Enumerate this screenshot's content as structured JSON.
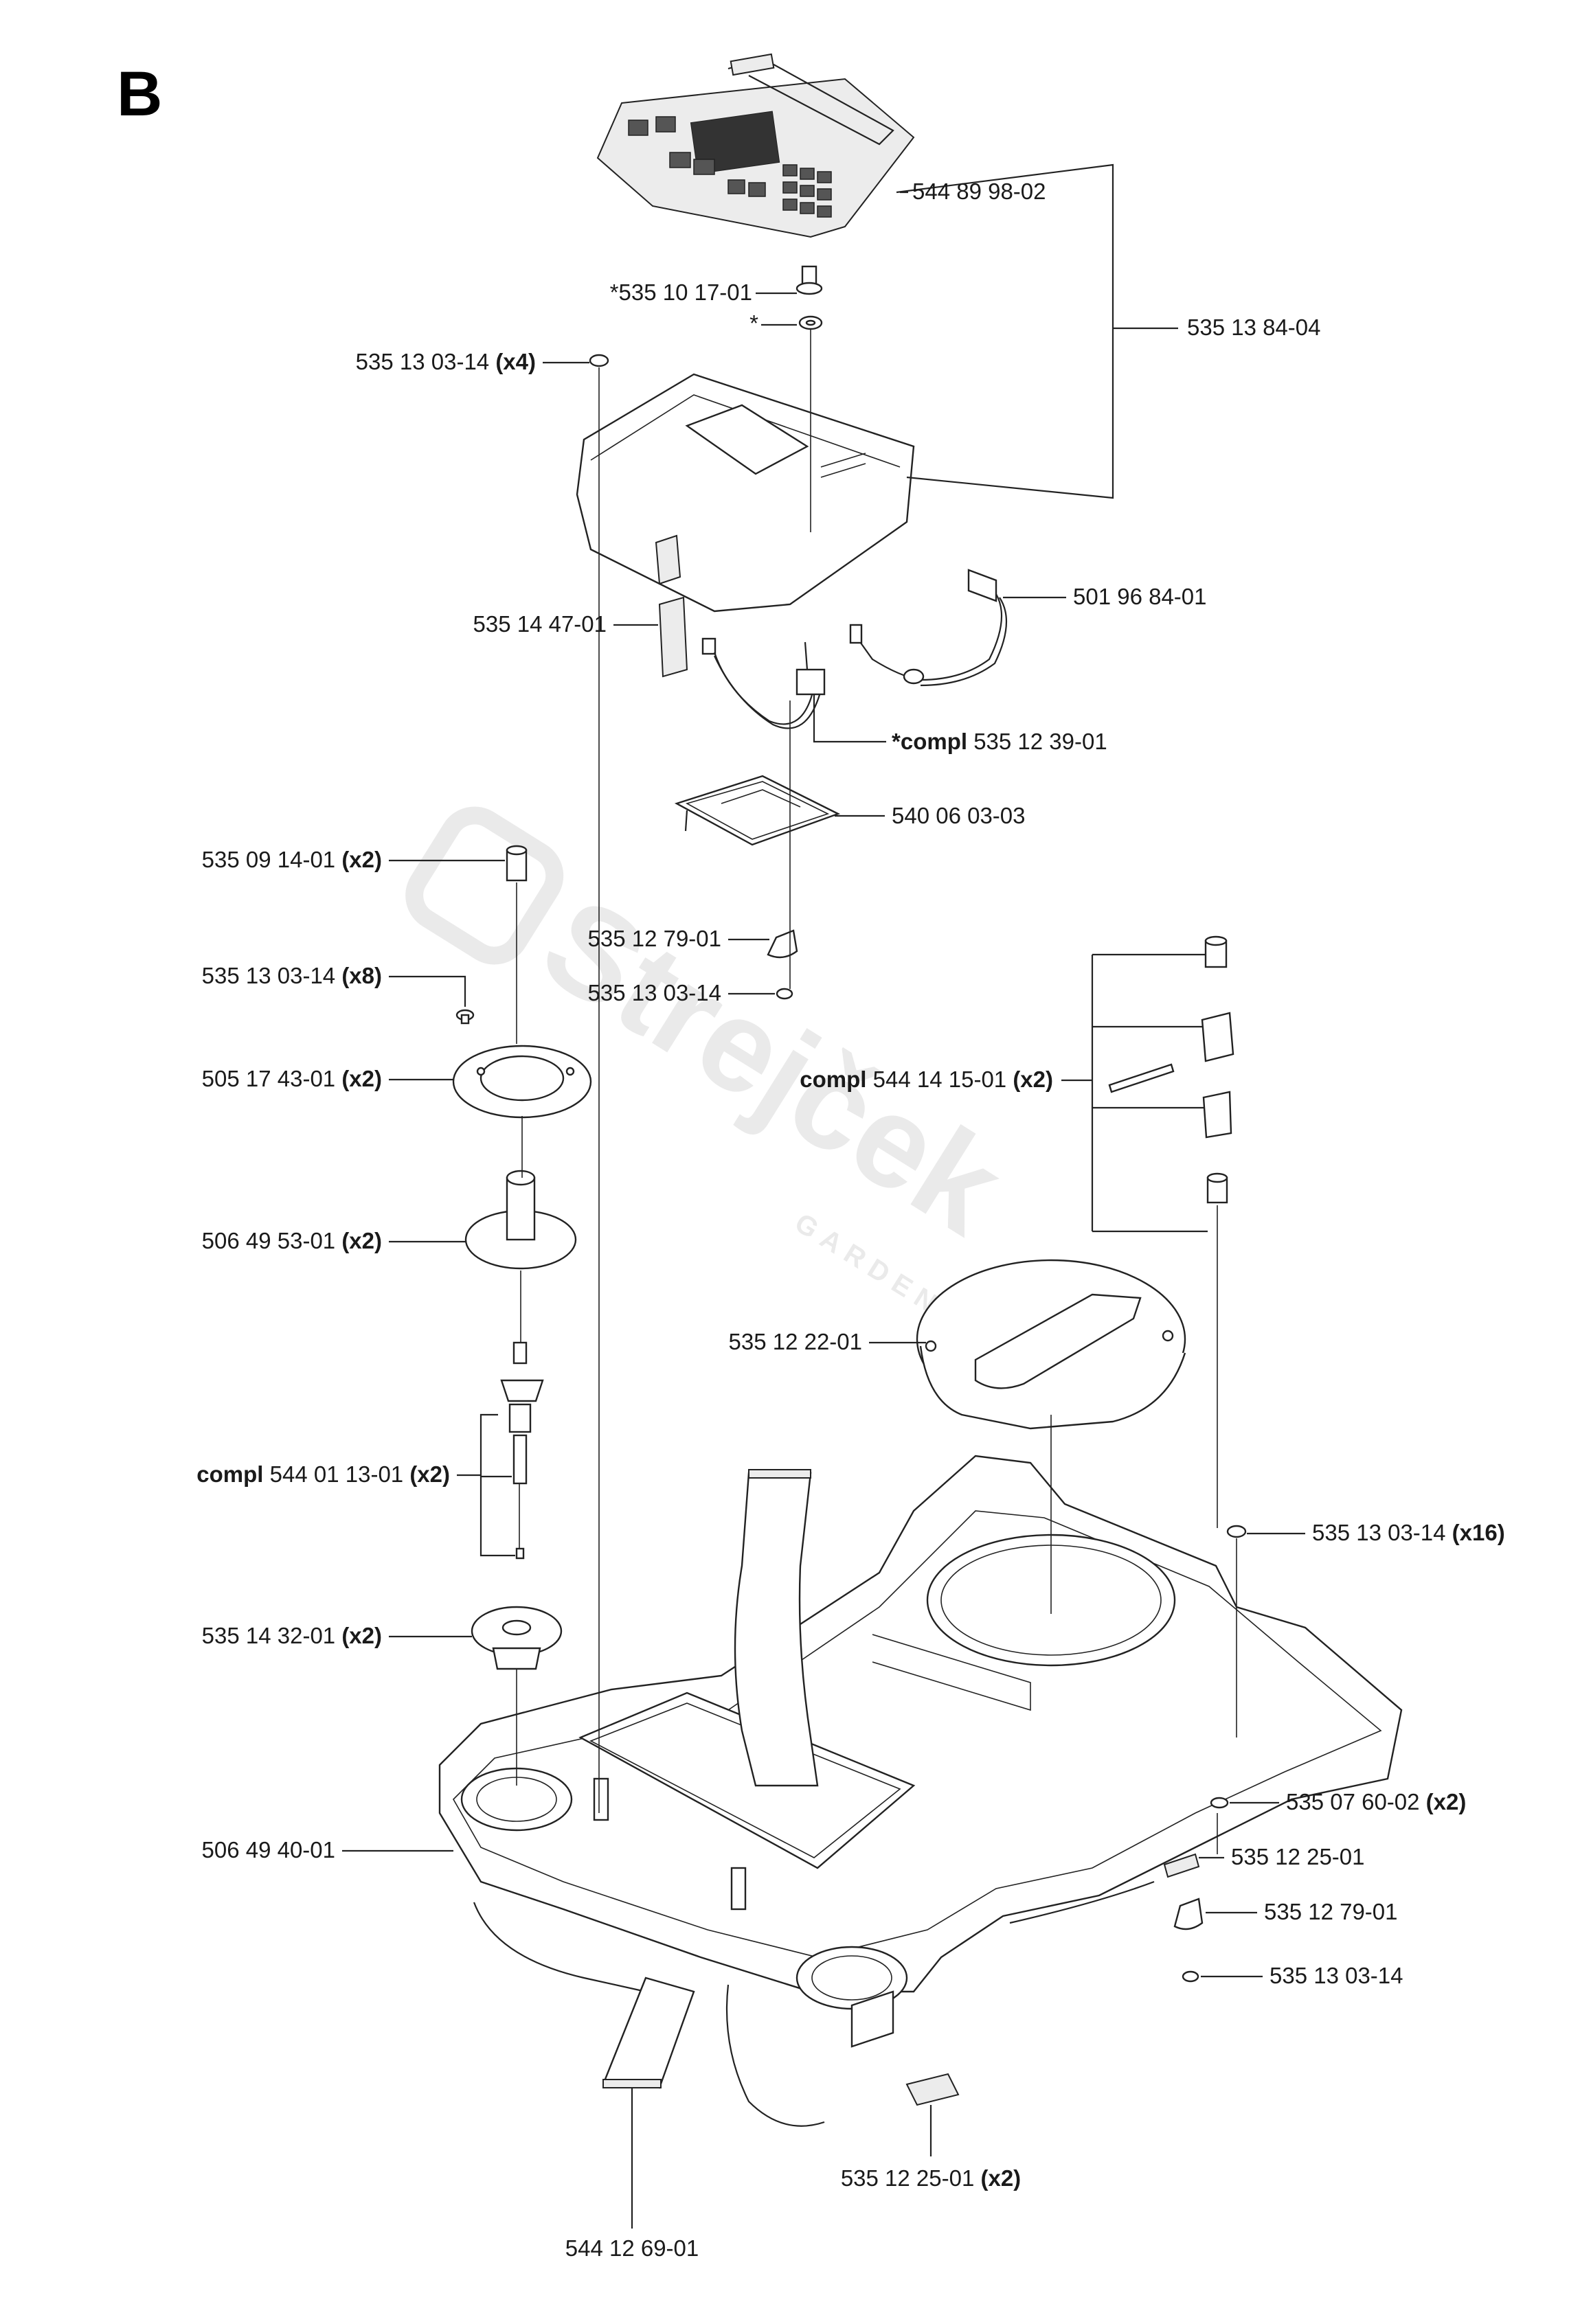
{
  "figure_letter": "B",
  "watermark": {
    "brand": "Strejček",
    "sub": "GARDEN STYLE"
  },
  "callouts": [
    {
      "id": "keypad-foil",
      "pre": "",
      "part": "544 89 98-02",
      "qty": ""
    },
    {
      "id": "knob",
      "pre": "",
      "part": "*535 10 17-01",
      "qty": ""
    },
    {
      "id": "washer",
      "pre": "",
      "part": "*",
      "qty": ""
    },
    {
      "id": "display-kit",
      "pre": "",
      "part": "535 13 84-04",
      "qty": ""
    },
    {
      "id": "screw-x4",
      "pre": "",
      "part": "535 13 03-14 ",
      "qty": "(x4)"
    },
    {
      "id": "switch-bracket",
      "pre": "",
      "part": "501 96 84-01",
      "qty": ""
    },
    {
      "id": "gasket",
      "pre": "",
      "part": "535 14 47-01",
      "qty": ""
    },
    {
      "id": "cable-switch",
      "pre": "*compl ",
      "part": "535 12 39-01",
      "qty": ""
    },
    {
      "id": "circuit-board",
      "pre": "",
      "part": "540 06 03-03",
      "qty": ""
    },
    {
      "id": "bushing",
      "pre": "",
      "part": "535 09 14-01 ",
      "qty": "(x2)"
    },
    {
      "id": "clip-upper",
      "pre": "",
      "part": "535 12 79-01",
      "qty": ""
    },
    {
      "id": "screw-x8",
      "pre": "",
      "part": "535 13 03-14 ",
      "qty": "(x8)"
    },
    {
      "id": "screw-single-upper",
      "pre": "",
      "part": "535 13 03-14",
      "qty": ""
    },
    {
      "id": "hinge-kit",
      "pre": "compl ",
      "part": "544 14 15-01 ",
      "qty": "(x2)"
    },
    {
      "id": "flange",
      "pre": "",
      "part": "505 17 43-01 ",
      "qty": "(x2)"
    },
    {
      "id": "sleeve",
      "pre": "",
      "part": "506 49 53-01 ",
      "qty": "(x2)"
    },
    {
      "id": "hatch",
      "pre": "",
      "part": "535 12 22-01",
      "qty": ""
    },
    {
      "id": "sensor-kit",
      "pre": "compl ",
      "part": "544 01 13-01 ",
      "qty": "(x2)"
    },
    {
      "id": "screw-x16",
      "pre": "",
      "part": "535 13 03-14 ",
      "qty": "(x16)"
    },
    {
      "id": "grommet",
      "pre": "",
      "part": "535 14 32-01 ",
      "qty": "(x2)"
    },
    {
      "id": "nut",
      "pre": "",
      "part": "535 07 60-02 ",
      "qty": "(x2)"
    },
    {
      "id": "chassis",
      "pre": "",
      "part": "506 49 40-01",
      "qty": ""
    },
    {
      "id": "plate-right",
      "pre": "",
      "part": "535 12 25-01",
      "qty": ""
    },
    {
      "id": "clip-lower",
      "pre": "",
      "part": "535 12 79-01",
      "qty": ""
    },
    {
      "id": "screw-single-lower",
      "pre": "",
      "part": "535 13 03-14",
      "qty": ""
    },
    {
      "id": "plate-bottom",
      "pre": "",
      "part": "535 12 25-01 ",
      "qty": "(x2)"
    },
    {
      "id": "ribbon-cable",
      "pre": "",
      "part": "544 12 69-01",
      "qty": ""
    }
  ]
}
